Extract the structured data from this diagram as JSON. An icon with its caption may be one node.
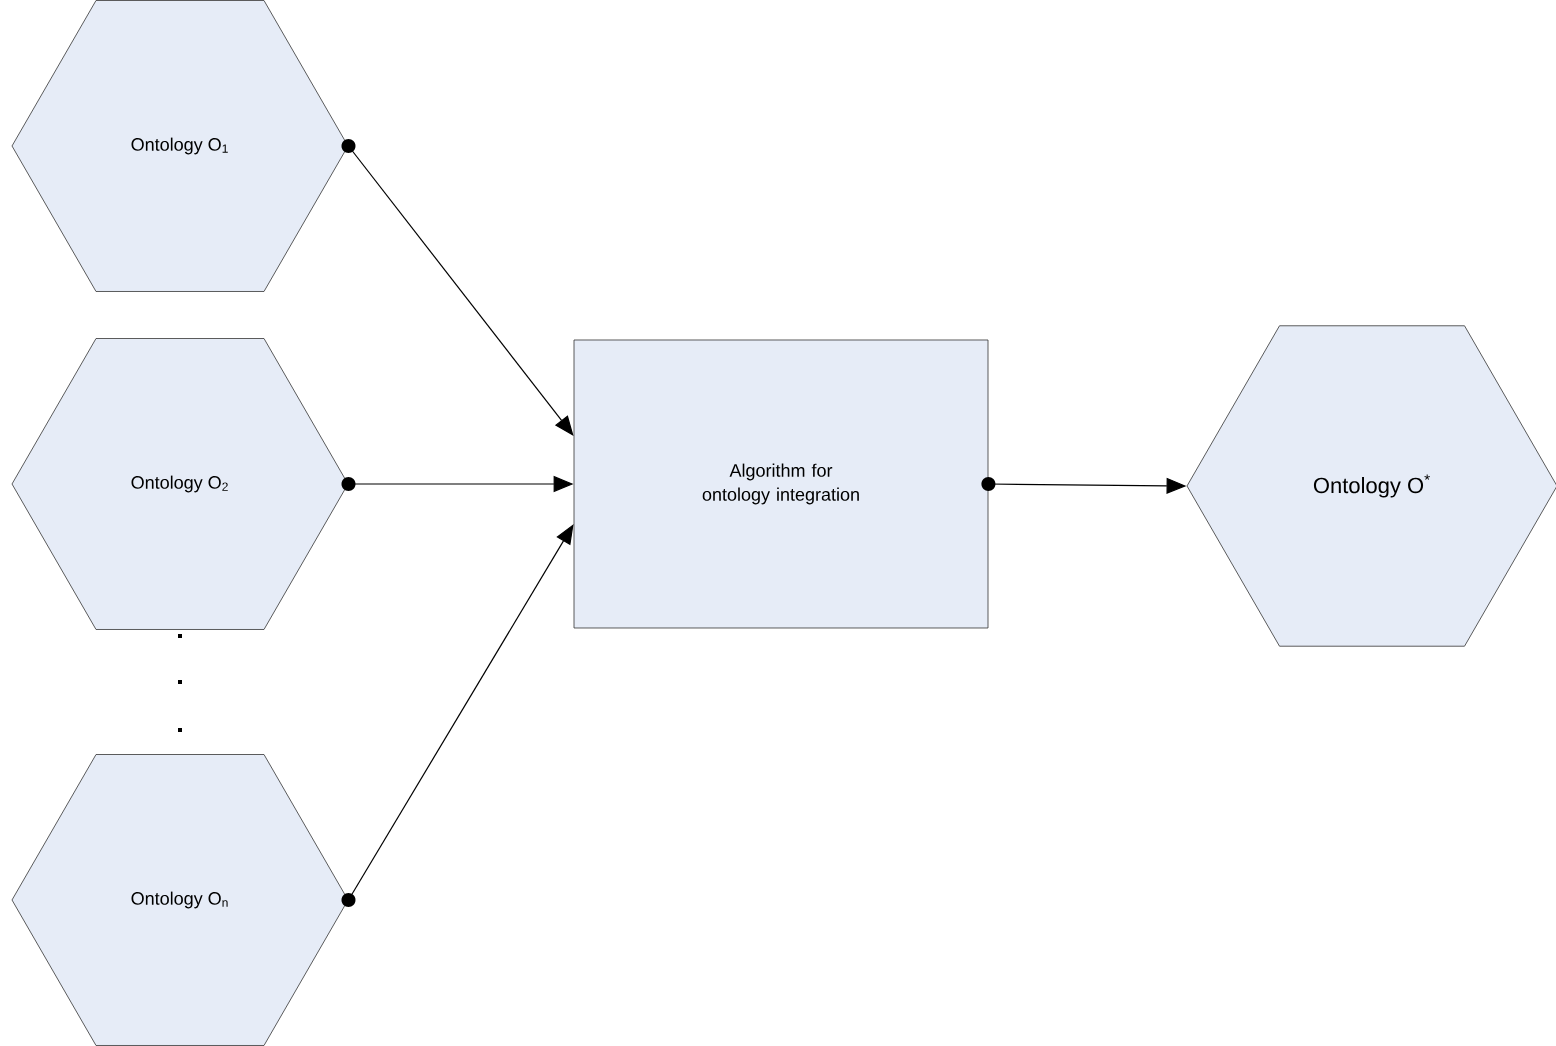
{
  "diagram": {
    "nodes": [
      {
        "text": [
          "Ontology O$_{1}$"
        ]
      },
      {
        "text": [
          "Ontology O$_{2}$"
        ]
      },
      {
        "text": [
          "Ontology O$_{n}$"
        ]
      },
      {
        "text": [
          "Algorithm for ontology integration"
        ]
      },
      {
        "text": [
          "Ontology O$^{*}$"
        ]
      }
    ],
    "edges": [
      {
        "from": 0,
        "to": 3,
        "arrow": "to"
      },
      {
        "from": 1,
        "to": 3,
        "arrow": "to"
      },
      {
        "from": 2,
        "to": 3,
        "arrow": "to"
      },
      {
        "from": 3,
        "to": 4,
        "arrow": "to"
      }
    ]
  }
}
